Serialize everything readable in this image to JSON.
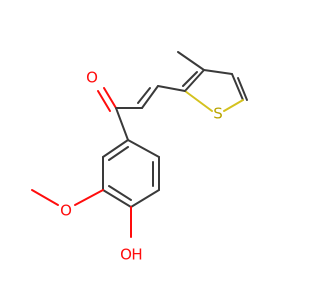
{
  "atoms": {
    "carbonyl_oxygen": "O",
    "methoxy_oxygen": "O",
    "hydroxyl_oxygen": "O",
    "hydroxyl_hydrogen": "H",
    "thiophene_sulfur": "S"
  },
  "colors": {
    "bond": "#3a3a3a",
    "oxygen": "#ff0d0d",
    "sulfur": "#b8a400",
    "background": "#ffffff"
  }
}
